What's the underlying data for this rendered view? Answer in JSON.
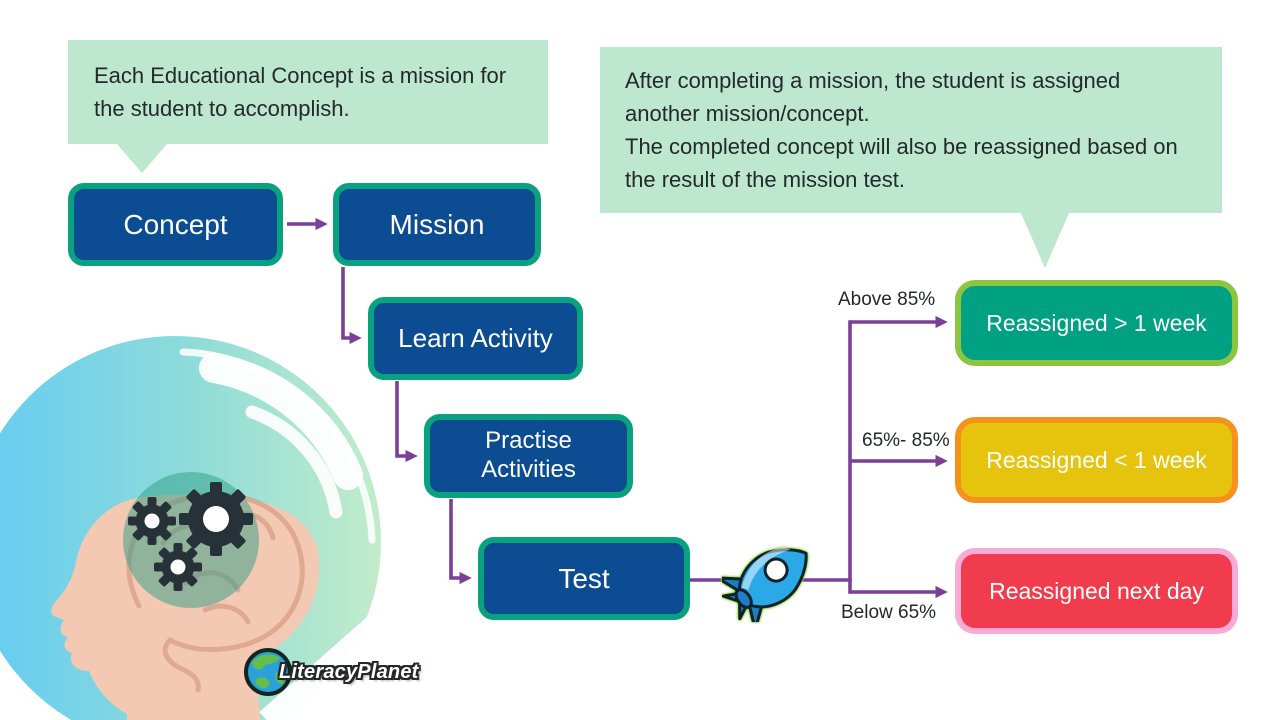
{
  "bubbles": {
    "left": {
      "text": "Each Educational Concept is a mission for the student to accomplish."
    },
    "right": {
      "paragraph1": "After completing a mission, the student is assigned another mission/concept.",
      "paragraph2": "The completed concept will also be  reassigned based on the result of the mission test."
    }
  },
  "flowchart": {
    "nodes": [
      {
        "id": "concept",
        "label": "Concept"
      },
      {
        "id": "mission",
        "label": "Mission"
      },
      {
        "id": "learn-activity",
        "label": "Learn Activity"
      },
      {
        "id": "practise-activities",
        "label": "Practise Activities"
      },
      {
        "id": "test",
        "label": "Test"
      }
    ],
    "branches": [
      {
        "condition": "Above 85%",
        "result": "Reassigned > 1 week",
        "fill": "#00a183",
        "border": "#8cc63f"
      },
      {
        "condition": "65%- 85%",
        "result": "Reassigned < 1 week",
        "fill": "#e6c40e",
        "border": "#f5921e"
      },
      {
        "condition": "Below 65%",
        "result": "Reassigned next day",
        "fill": "#f03c4c",
        "border": "#f9abd7"
      }
    ]
  },
  "logo": {
    "text": "LiteracyPlanet"
  },
  "icons": {
    "rocket": "rocket-icon",
    "gear": "gear-icon",
    "globe": "globe-icon",
    "head": "head-brain-illustration"
  },
  "colors": {
    "node_fill": "#0b4c93",
    "node_border": "#09a17e",
    "arrow_purple": "#7c3f98",
    "bubble_green": "#bde7ce",
    "label_text": "#22282b",
    "circle_gradient_left": "#63cbf3",
    "circle_gradient_right": "#c2ecca",
    "skin": "#f3c9b3",
    "gear_dark": "#263238",
    "teal_overlay": "#2f9e86"
  }
}
